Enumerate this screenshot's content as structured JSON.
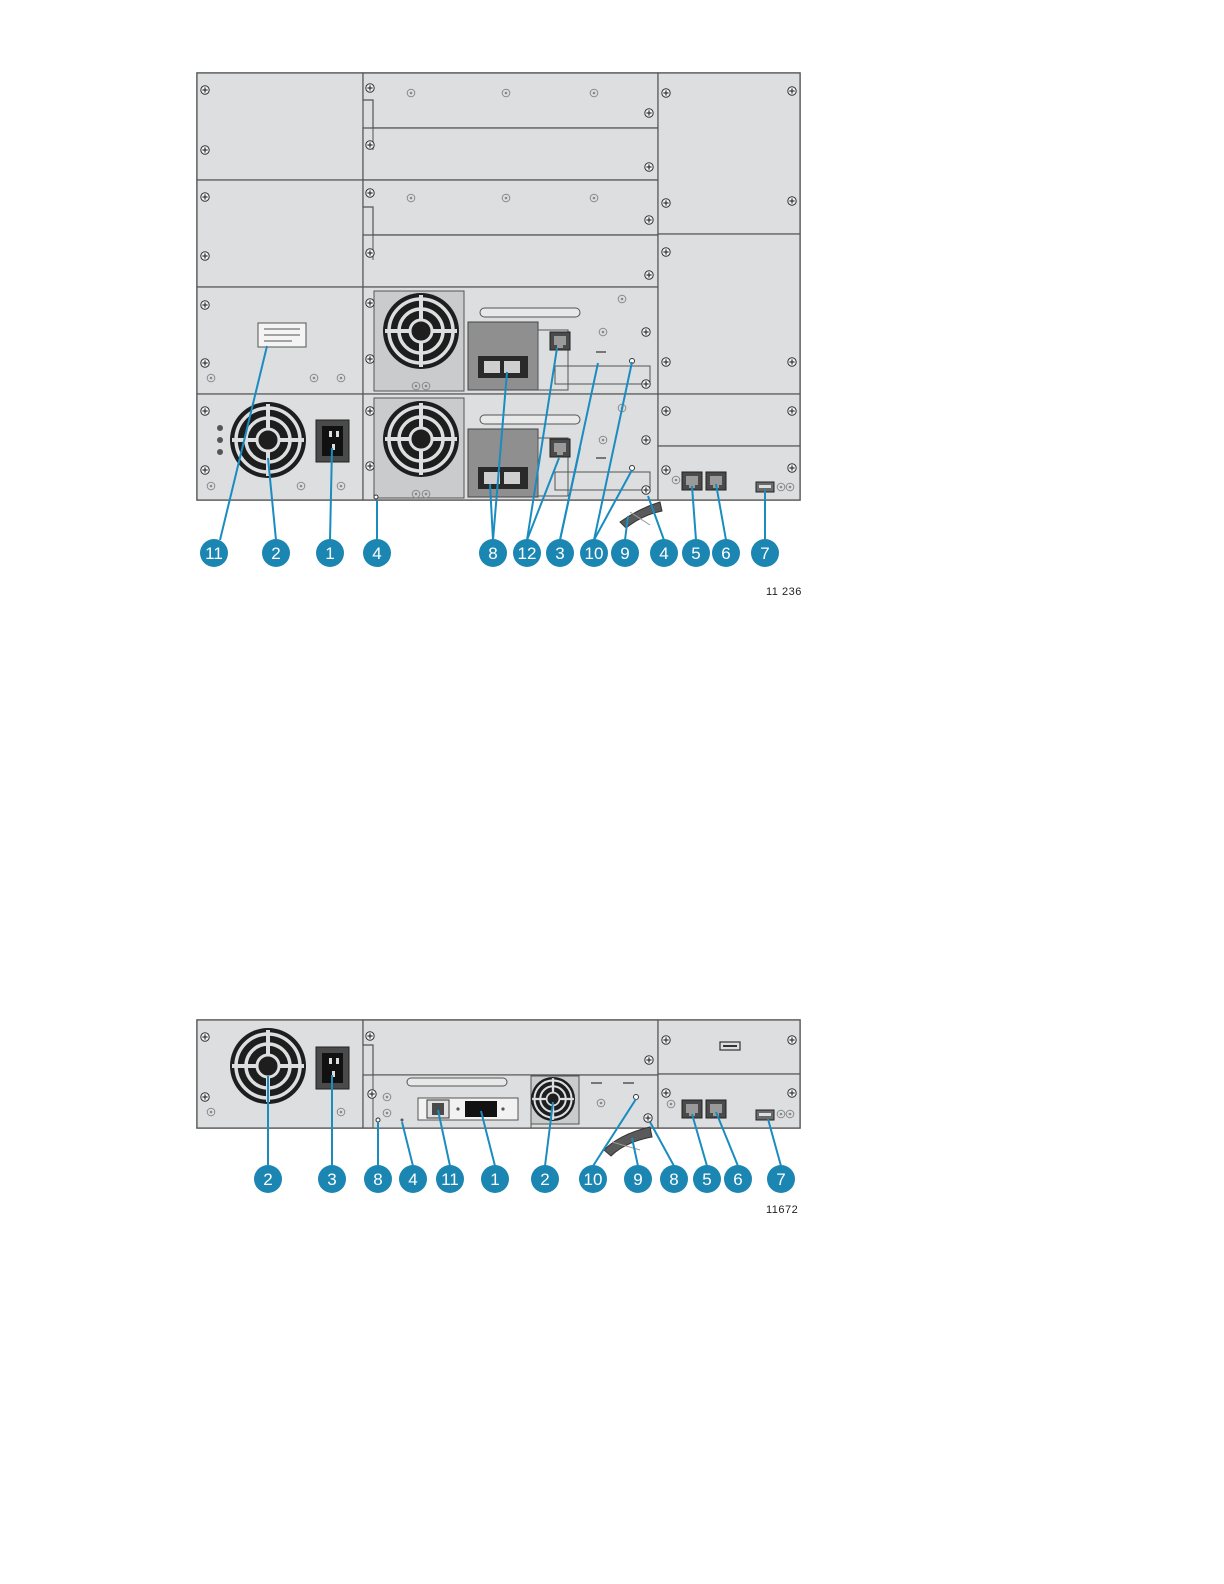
{
  "colors": {
    "panel_fill": "#dcdedf",
    "panel_stroke": "#555555",
    "callout": "#1c86b3",
    "callout_text": "#ffffff",
    "leader": "#1a8cc0",
    "fan": "#1e1e1e",
    "port": "#4a4a4a"
  },
  "figures": [
    {
      "id": "fig-top",
      "figure_id": "11 236",
      "callouts": [
        "11",
        "2",
        "1",
        "4",
        "8",
        "12",
        "3",
        "10",
        "9",
        "4",
        "5",
        "6",
        "7"
      ]
    },
    {
      "id": "fig-bottom",
      "figure_id": "11672",
      "callouts": [
        "2",
        "3",
        "8",
        "4",
        "11",
        "1",
        "2",
        "10",
        "9",
        "8",
        "5",
        "6",
        "7"
      ]
    }
  ]
}
